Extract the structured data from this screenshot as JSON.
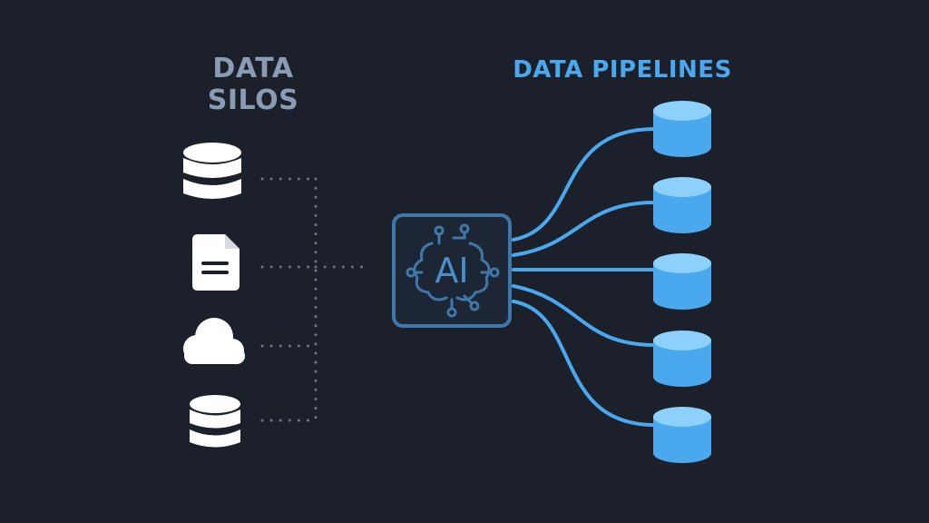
{
  "left_heading": {
    "line1": "DATA",
    "line2": "SILOS"
  },
  "right_heading": "DATA PIPELINES",
  "hub": {
    "label": "AI",
    "icon": "ai-brain-chip-icon"
  },
  "sources": [
    {
      "icon": "database-icon"
    },
    {
      "icon": "document-icon"
    },
    {
      "icon": "cloud-icon"
    },
    {
      "icon": "database-icon"
    }
  ],
  "pipeline_count": 5,
  "colors": {
    "background": "#1b202b",
    "silo_heading": "#8a9bb3",
    "pipeline_heading": "#4aa8ee",
    "silo_icon": "#ffffff",
    "dotted_connector": "#6b7486",
    "hub_outline": "#3f78a8",
    "pipeline_line": "#4aa8ee",
    "cylinder_side": "#4aa8ee",
    "cylinder_top": "#8cd0fb"
  }
}
